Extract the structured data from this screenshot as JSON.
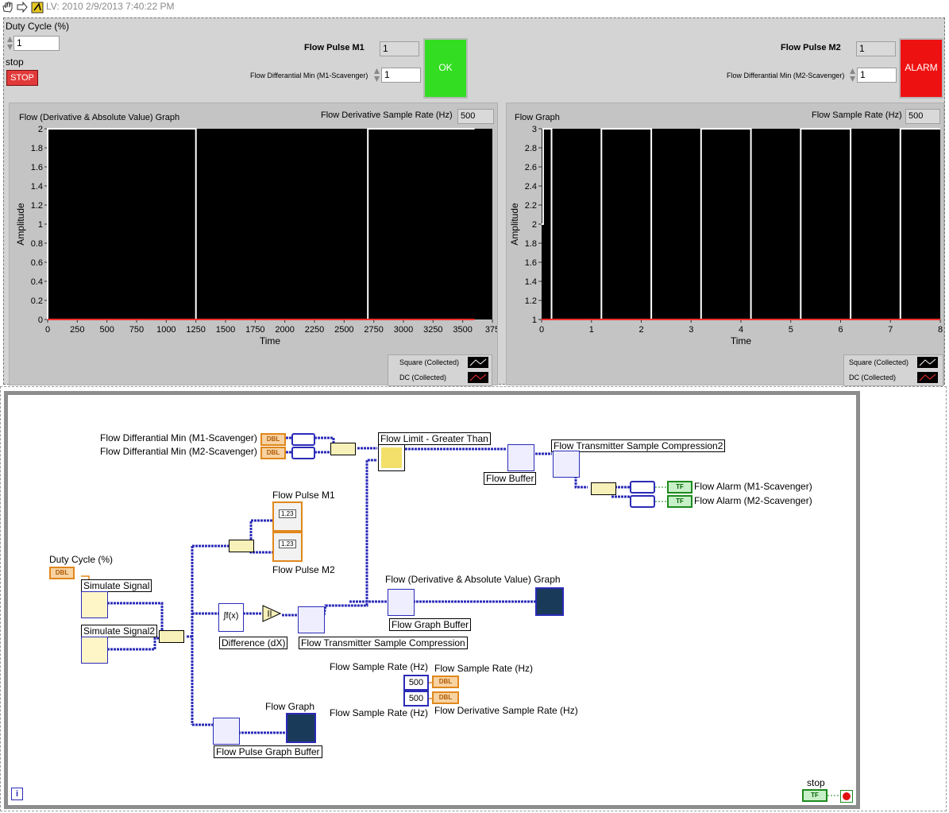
{
  "title_bar": {
    "text": "LV: 2010 2/9/2013 7:40:22 PM"
  },
  "front_panel": {
    "duty_cycle": {
      "label": "Duty Cycle (%)",
      "value": "1"
    },
    "stop": {
      "label": "stop",
      "button": "STOP"
    },
    "m1": {
      "pulse_label": "Flow Pulse M1",
      "pulse_value": "1",
      "diff_label": "Flow Differantial Min (M1-Scavenger)",
      "diff_value": "1",
      "status": "OK",
      "status_color": "#33dd22"
    },
    "m2": {
      "pulse_label": "Flow Pulse M2",
      "pulse_value": "1",
      "diff_label": "Flow Differantial Min (M2-Scavenger)",
      "diff_value": "1",
      "status": "ALARM",
      "status_color": "#ee1111"
    },
    "graph1": {
      "title": "Flow (Derivative & Absolute Value)  Graph",
      "rate_label": "Flow Derivative Sample Rate (Hz)",
      "rate_value": "500",
      "legend": [
        "Square (Collected)",
        "DC (Collected)"
      ]
    },
    "graph2": {
      "title": "Flow Graph",
      "rate_label": "Flow Sample Rate (Hz)",
      "rate_value": "500",
      "legend": [
        "Square (Collected)",
        "DC (Collected)"
      ]
    }
  },
  "chart_data": [
    {
      "type": "line",
      "title": "Flow (Derivative & Absolute Value)  Graph",
      "xlabel": "Time",
      "ylabel": "Amplitude",
      "xlim": [
        0,
        3750
      ],
      "ylim": [
        0,
        2
      ],
      "xticks": [
        "0",
        "250",
        "500",
        "750",
        "1000",
        "1250",
        "1500",
        "1750",
        "2000",
        "2250",
        "2500",
        "2750",
        "3000",
        "3250",
        "3500",
        "375"
      ],
      "yticks": [
        "0",
        "0.2",
        "0.4",
        "0.6",
        "0.8",
        "1",
        "1.2",
        "1.4",
        "1.6",
        "1.8",
        "2"
      ],
      "series": [
        {
          "name": "Square (Collected)",
          "color": "#ffffff",
          "x": [
            0,
            0,
            1250,
            1250,
            2700,
            2700,
            3600
          ],
          "y": [
            0,
            2,
            2,
            0,
            0,
            2,
            2
          ]
        },
        {
          "name": "DC (Collected)",
          "color": "#ff3030",
          "x": [
            0,
            3600
          ],
          "y": [
            0,
            0
          ]
        }
      ]
    },
    {
      "type": "line",
      "title": "Flow Graph",
      "xlabel": "Time",
      "ylabel": "Amplitude",
      "xlim": [
        0,
        8
      ],
      "ylim": [
        1,
        3
      ],
      "xticks": [
        "0",
        "1",
        "2",
        "3",
        "4",
        "5",
        "6",
        "7",
        "8"
      ],
      "yticks": [
        "1",
        "1.2",
        "1.4",
        "1.6",
        "1.8",
        "2",
        "2.2",
        "2.4",
        "2.6",
        "2.8",
        "3"
      ],
      "series": [
        {
          "name": "Square (Collected)",
          "color": "#ffffff",
          "x": [
            0,
            0.03,
            0.03,
            0.2,
            0.2,
            1.2,
            1.2,
            2.2,
            2.2,
            3.2,
            3.2,
            4.2,
            4.2,
            5.2,
            5.2,
            6.2,
            6.2,
            7.2,
            7.2,
            8
          ],
          "y": [
            2,
            2,
            3,
            3,
            1,
            1,
            3,
            3,
            1,
            1,
            3,
            3,
            1,
            1,
            3,
            3,
            1,
            1,
            3,
            3
          ]
        },
        {
          "name": "DC (Collected)",
          "color": "#ff3030",
          "x": [
            0,
            8
          ],
          "y": [
            1,
            1
          ]
        }
      ]
    }
  ],
  "diagram": {
    "labels": {
      "diff_min_m1": "Flow Differantial Min (M1-Scavenger)",
      "diff_min_m2": "Flow Differantial Min (M2-Scavenger)",
      "flow_limit": "Flow Limit - Greater Than",
      "flow_buffer": "Flow Buffer",
      "compression2": "Flow Transmitter Sample Compression2",
      "alarm_m1": "Flow Alarm (M1-Scavenger)",
      "alarm_m2": "Flow Alarm (M2-Scavenger)",
      "pulse_m1": "Flow Pulse M1",
      "pulse_m2": "Flow Pulse M2",
      "duty_cycle": "Duty Cycle (%)",
      "simulate1": "Simulate Signal",
      "simulate2": "Simulate Signal2",
      "difference": "Difference (dX)",
      "compression": "Flow Transmitter Sample Compression",
      "deriv_graph": "Flow (Derivative & Absolute Value)  Graph",
      "graph_buffer": "Flow Graph Buffer",
      "rate_left1": "Flow Sample Rate (Hz)",
      "rate_left2": "Flow Sample Rate (Hz)",
      "rate_right1": "Flow Sample Rate (Hz)",
      "rate_right2": "Flow Derivative Sample Rate (Hz)",
      "rate_const1": "500",
      "rate_const2": "500",
      "flow_graph": "Flow Graph",
      "pulse_graph_buffer": "Flow Pulse Graph Buffer",
      "stop": "stop",
      "dbl": "DBL",
      "tf": "TF",
      "num_123": "1.23",
      "info": "i"
    }
  }
}
